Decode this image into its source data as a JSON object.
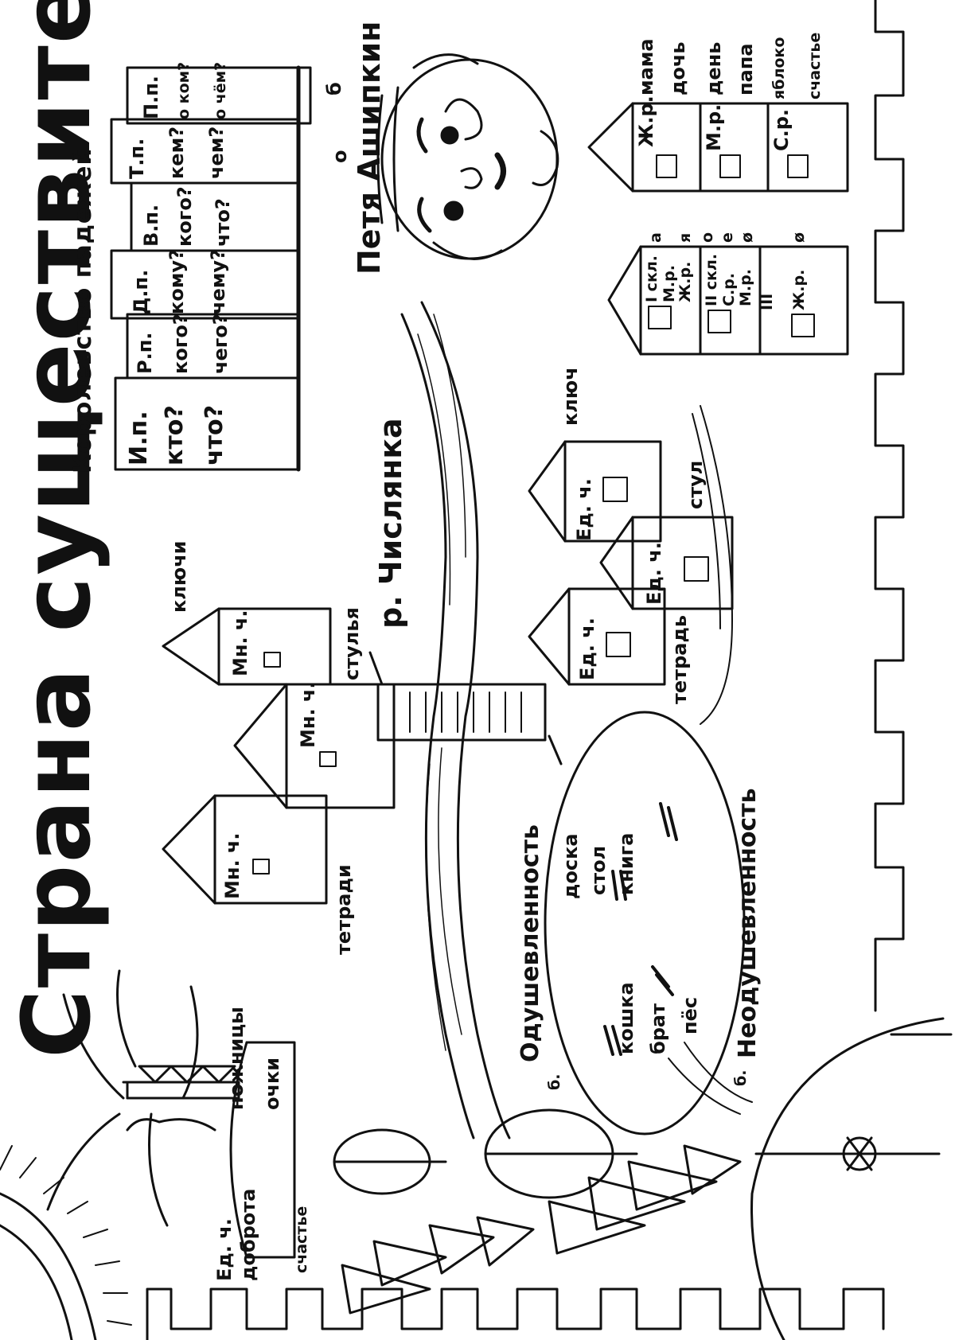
{
  "title": "Страна существительных",
  "subtitle": "Королевство падежей",
  "cases": [
    {
      "name": "И.п.",
      "q1": "кто?",
      "q2": "что?"
    },
    {
      "name": "Р.п.",
      "q1": "кого?",
      "q2": "чего?"
    },
    {
      "name": "Д.п.",
      "q1": "кому?",
      "q2": "чему?"
    },
    {
      "name": "В.п.",
      "q1": "кого?",
      "q2": "что?"
    },
    {
      "name": "Т.п.",
      "q1": "кем?",
      "q2": "чем?"
    },
    {
      "name": "П.п.",
      "q1": "о ком?",
      "q2": "о чём?"
    }
  ],
  "character": "Петя Ашипкин",
  "character_correction": "б",
  "character_extra": "о",
  "river": "р. Числянка",
  "plural_houses": {
    "badge": "Мн. ч.",
    "words": [
      "ключи",
      "стулья",
      "тетради"
    ]
  },
  "singular_houses": {
    "badge": "Ед. ч.",
    "words": [
      "ключ",
      "стул",
      "тетрадь"
    ]
  },
  "gender_house": {
    "rows": [
      {
        "label": "Ж.р.",
        "words": [
          "мама",
          "дочь"
        ]
      },
      {
        "label": "М.р.",
        "words": [
          "день",
          "папа"
        ]
      },
      {
        "label": "С.р.",
        "words": [
          "яблоко",
          "счастье"
        ]
      }
    ]
  },
  "declension_house": {
    "rows": [
      {
        "label": "I скл.",
        "sub": [
          "М.р.",
          "Ж.р."
        ],
        "endings": [
          "а",
          "я"
        ]
      },
      {
        "label": "II скл.",
        "sub": [
          "С.р.",
          "М.р."
        ],
        "endings": [
          "о",
          "е",
          "ø"
        ]
      },
      {
        "label": "III",
        "sub": [
          "Ж.р."
        ],
        "endings": [
          "ø"
        ]
      }
    ]
  },
  "island": {
    "animate_title": "Одушевленность",
    "inanimate_title": "Неодушевленность",
    "animate_words": [
      "кошка",
      "брат",
      "пёс"
    ],
    "inanimate_words": [
      "доска",
      "стол",
      "книга"
    ],
    "marker": "б."
  },
  "boat": {
    "words": [
      "ножницы",
      "очки"
    ],
    "note": "Ед. ч.",
    "note2": "доброта",
    "bottom": "счастье"
  }
}
